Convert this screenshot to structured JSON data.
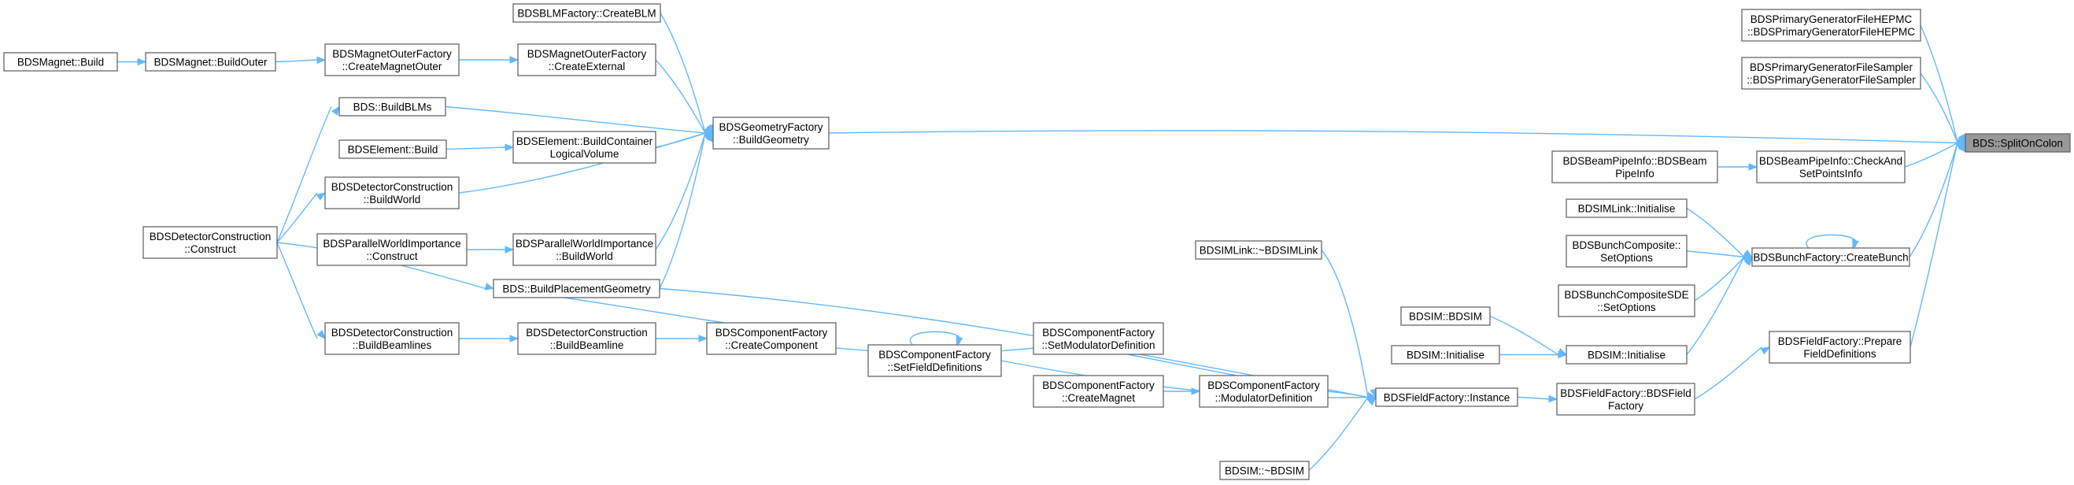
{
  "graph": {
    "edge_color": "#63b8ff",
    "node_border": "#666666",
    "focus_fill": "#999999",
    "nodes": [
      {
        "id": "split",
        "lines": [
          "BDS::SplitOnColon"
        ],
        "focus": true
      },
      {
        "id": "hepmc",
        "lines": [
          "BDSPrimaryGeneratorFileHEPMC",
          "::BDSPrimaryGeneratorFileHEPMC"
        ]
      },
      {
        "id": "sampler",
        "lines": [
          "BDSPrimaryGeneratorFileSampler",
          "::BDSPrimaryGeneratorFileSampler"
        ]
      },
      {
        "id": "checkand",
        "lines": [
          "BDSBeamPipeInfo::CheckAnd",
          "SetPointsInfo"
        ]
      },
      {
        "id": "bpinfo",
        "lines": [
          "BDSBeamPipeInfo::BDSBeam",
          "PipeInfo"
        ]
      },
      {
        "id": "createbunch",
        "lines": [
          "BDSBunchFactory::CreateBunch"
        ]
      },
      {
        "id": "simlinkinit",
        "lines": [
          "BDSIMLink::Initialise"
        ]
      },
      {
        "id": "bunchcomp",
        "lines": [
          "BDSBunchComposite::",
          "SetOptions"
        ]
      },
      {
        "id": "bunchsde",
        "lines": [
          "BDSBunchCompositeSDE",
          "::SetOptions"
        ]
      },
      {
        "id": "biminit",
        "lines": [
          "BDSIM::Initialise"
        ]
      },
      {
        "id": "prepare",
        "lines": [
          "BDSFieldFactory::Prepare",
          "FieldDefinitions"
        ]
      },
      {
        "id": "fieldfactory",
        "lines": [
          "BDSFieldFactory::BDSField",
          "Factory"
        ]
      },
      {
        "id": "instance",
        "lines": [
          "BDSFieldFactory::Instance"
        ]
      },
      {
        "id": "bdsimbdsim",
        "lines": [
          "BDSIM::BDSIM"
        ]
      },
      {
        "id": "bdsiminit2",
        "lines": [
          "BDSIM::Initialise"
        ]
      },
      {
        "id": "simlinkdtor",
        "lines": [
          "BDSIMLink::~BDSIMLink"
        ]
      },
      {
        "id": "bdsimdtor",
        "lines": [
          "BDSIM::~BDSIM"
        ]
      },
      {
        "id": "buildgeom",
        "lines": [
          "BDSGeometryFactory",
          "::BuildGeometry"
        ]
      },
      {
        "id": "createblm",
        "lines": [
          "BDSBLMFactory::CreateBLM"
        ]
      },
      {
        "id": "createext",
        "lines": [
          "BDSMagnetOuterFactory",
          "::CreateExternal"
        ]
      },
      {
        "id": "createmagouter",
        "lines": [
          "BDSMagnetOuterFactory",
          "::CreateMagnetOuter"
        ]
      },
      {
        "id": "buildouter",
        "lines": [
          "BDSMagnet::BuildOuter"
        ]
      },
      {
        "id": "magbuild",
        "lines": [
          "BDSMagnet::Build"
        ]
      },
      {
        "id": "buildblms",
        "lines": [
          "BDS::BuildBLMs"
        ]
      },
      {
        "id": "elcontainer",
        "lines": [
          "BDSElement::BuildContainer",
          "LogicalVolume"
        ]
      },
      {
        "id": "elbuild",
        "lines": [
          "BDSElement::Build"
        ]
      },
      {
        "id": "dcbuildworld",
        "lines": [
          "BDSDetectorConstruction",
          "::BuildWorld"
        ]
      },
      {
        "id": "dcconstruct",
        "lines": [
          "BDSDetectorConstruction",
          "::Construct"
        ]
      },
      {
        "id": "pwbuildworld",
        "lines": [
          "BDSParallelWorldImportance",
          "::BuildWorld"
        ]
      },
      {
        "id": "pwconstruct",
        "lines": [
          "BDSParallelWorldImportance",
          "::Construct"
        ]
      },
      {
        "id": "placement",
        "lines": [
          "BDS::BuildPlacementGeometry"
        ]
      },
      {
        "id": "createcomp",
        "lines": [
          "BDSComponentFactory",
          "::CreateComponent"
        ]
      },
      {
        "id": "buildbeamline",
        "lines": [
          "BDSDetectorConstruction",
          "::BuildBeamline"
        ]
      },
      {
        "id": "buildbeamlines",
        "lines": [
          "BDSDetectorConstruction",
          "::BuildBeamlines"
        ]
      },
      {
        "id": "setfield",
        "lines": [
          "BDSComponentFactory",
          "::SetFieldDefinitions"
        ]
      },
      {
        "id": "setmod",
        "lines": [
          "BDSComponentFactory",
          "::SetModulatorDefinition"
        ]
      },
      {
        "id": "moddef",
        "lines": [
          "BDSComponentFactory",
          "::ModulatorDefinition"
        ]
      },
      {
        "id": "createmagnet",
        "lines": [
          "BDSComponentFactory",
          "::CreateMagnet"
        ]
      }
    ],
    "edges": [
      [
        "hepmc",
        "split"
      ],
      [
        "sampler",
        "split"
      ],
      [
        "checkand",
        "split"
      ],
      [
        "createbunch",
        "split"
      ],
      [
        "prepare",
        "split"
      ],
      [
        "buildgeom",
        "split"
      ],
      [
        "bpinfo",
        "checkand"
      ],
      [
        "createbunch",
        "createbunch"
      ],
      [
        "simlinkinit",
        "createbunch"
      ],
      [
        "bunchcomp",
        "createbunch"
      ],
      [
        "bunchsde",
        "createbunch"
      ],
      [
        "biminit",
        "createbunch"
      ],
      [
        "fieldfactory",
        "prepare"
      ],
      [
        "instance",
        "fieldfactory"
      ],
      [
        "placement",
        "instance"
      ],
      [
        "simlinkdtor",
        "instance"
      ],
      [
        "bdsimdtor",
        "instance"
      ],
      [
        "setfield",
        "instance"
      ],
      [
        "moddef",
        "instance"
      ],
      [
        "bdsimbdsim",
        "biminit"
      ],
      [
        "bdsiminit2",
        "biminit"
      ],
      [
        "createblm",
        "buildgeom"
      ],
      [
        "createext",
        "buildgeom"
      ],
      [
        "buildblms",
        "buildgeom"
      ],
      [
        "elcontainer",
        "buildgeom"
      ],
      [
        "dcbuildworld",
        "buildgeom"
      ],
      [
        "pwbuildworld",
        "buildgeom"
      ],
      [
        "placement",
        "buildgeom"
      ],
      [
        "createmagouter",
        "createext"
      ],
      [
        "buildouter",
        "createmagouter"
      ],
      [
        "magbuild",
        "buildouter"
      ],
      [
        "dcconstruct",
        "buildblms"
      ],
      [
        "elbuild",
        "elcontainer"
      ],
      [
        "dcconstruct",
        "dcbuildworld"
      ],
      [
        "pwconstruct",
        "pwbuildworld"
      ],
      [
        "dcconstruct",
        "placement"
      ],
      [
        "createcomp",
        "placement"
      ],
      [
        "buildbeamline",
        "createcomp"
      ],
      [
        "buildbeamlines",
        "buildbeamline"
      ],
      [
        "dcconstruct",
        "buildbeamlines"
      ],
      [
        "setfield",
        "createcomp"
      ],
      [
        "setfield",
        "setfield"
      ],
      [
        "setmod",
        "setfield"
      ],
      [
        "moddef",
        "setmod"
      ],
      [
        "createmagnet",
        "moddef"
      ]
    ]
  }
}
